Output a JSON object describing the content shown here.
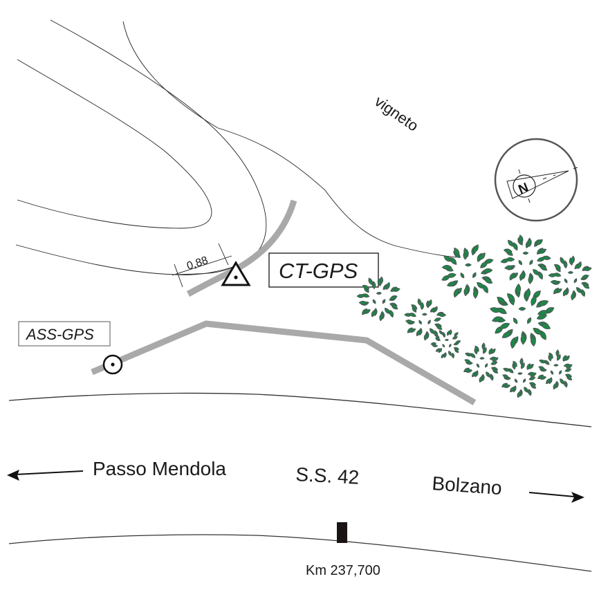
{
  "map": {
    "labels": {
      "vineyard": "vigneto",
      "dimension": "0,88",
      "ct_gps": "CT-GPS",
      "ass_gps": "ASS-GPS",
      "west_destination": "Passo Mendola",
      "road_name": "S.S. 42",
      "east_destination": "Bolzano",
      "kilometer_marker": "Km 237,700"
    },
    "north_arrow_letter": "N",
    "icons": {
      "ct_gps_marker": "triangle-with-dot",
      "ass_gps_marker": "circle-with-dot",
      "north_arrow": "compass-north-arrow",
      "west_arrow": "arrow-left",
      "east_arrow": "arrow-right",
      "km_post": "kilometer-post"
    },
    "colors": {
      "foliage": "#1a8a44",
      "foliage_outline": "#4b5a57",
      "path": "#a9a9a9",
      "line": "#222222"
    }
  }
}
